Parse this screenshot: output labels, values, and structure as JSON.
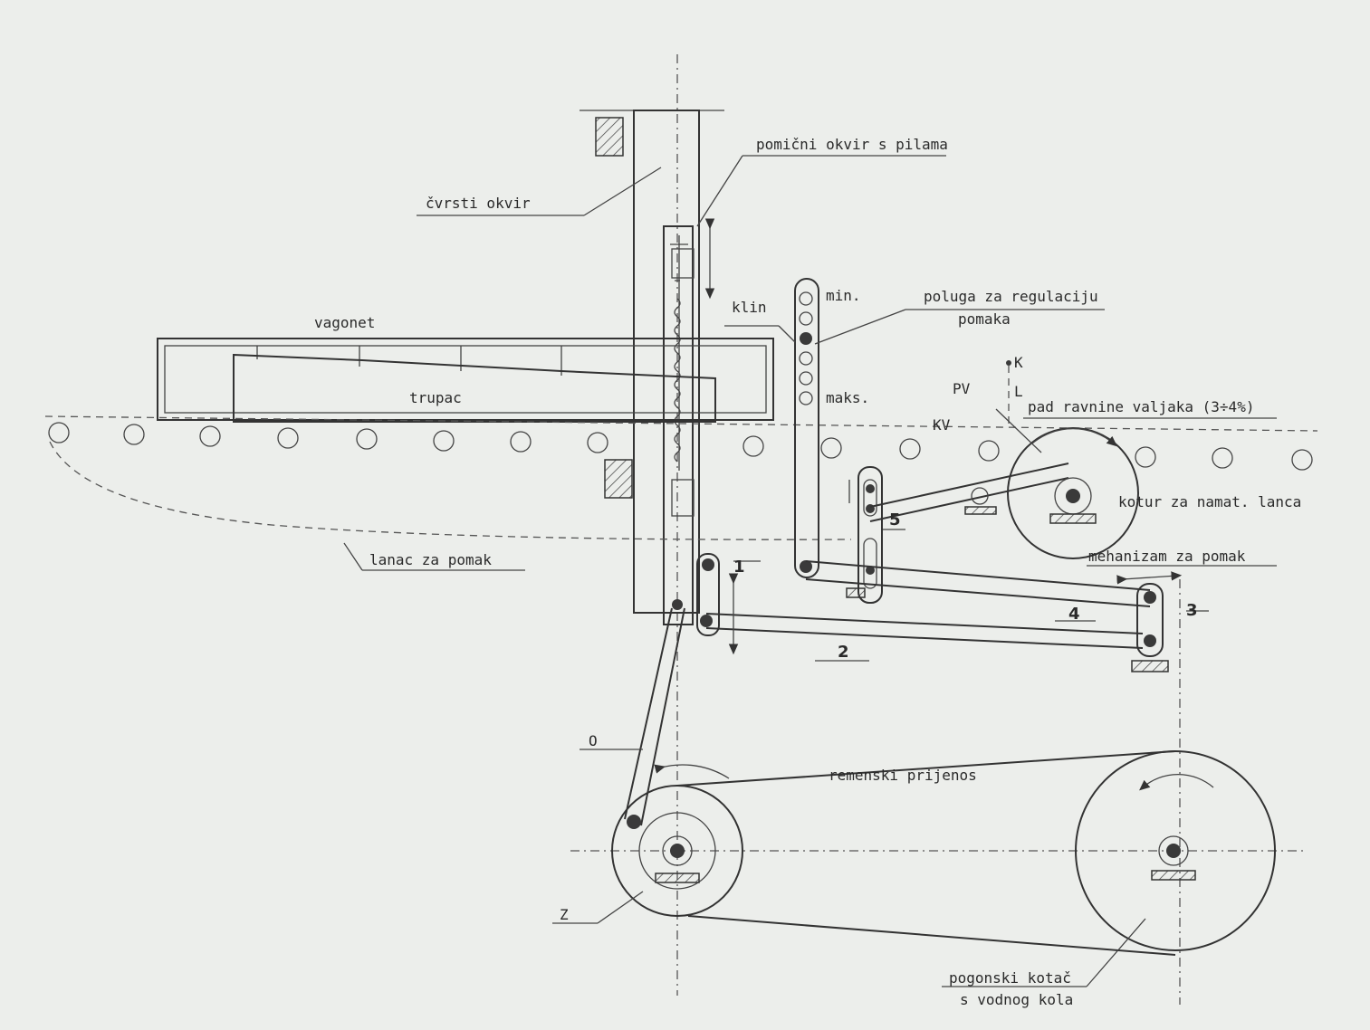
{
  "labels": {
    "pomicni_okvir": "pomični okvir s pilama",
    "cvrsti_okvir": "čvrsti okvir",
    "vagonet": "vagonet",
    "trupac": "trupac",
    "klin": "klin",
    "min": "min.",
    "maks": "maks.",
    "poluga_1": "poluga za regulaciju",
    "poluga_2": "pomaka",
    "k": "K",
    "l": "L",
    "pv": "PV",
    "kv": "KV",
    "pad_ravnine": "pad ravnine valjaka (3÷4%)",
    "kotur": "kotur za namat. lanca",
    "lanac": "lanac za pomak",
    "mehanizam": "mehanizam za pomak",
    "n1": "1",
    "n2": "2",
    "n3": "3",
    "n4": "4",
    "n5": "5",
    "o": "O",
    "z": "Z",
    "remenski": "remenski prijenos",
    "pogonski_1": "pogonski kotač",
    "pogonski_2": "s vodnog kola"
  },
  "colors": {
    "paper": "#eceeeb",
    "ink": "#333333"
  }
}
